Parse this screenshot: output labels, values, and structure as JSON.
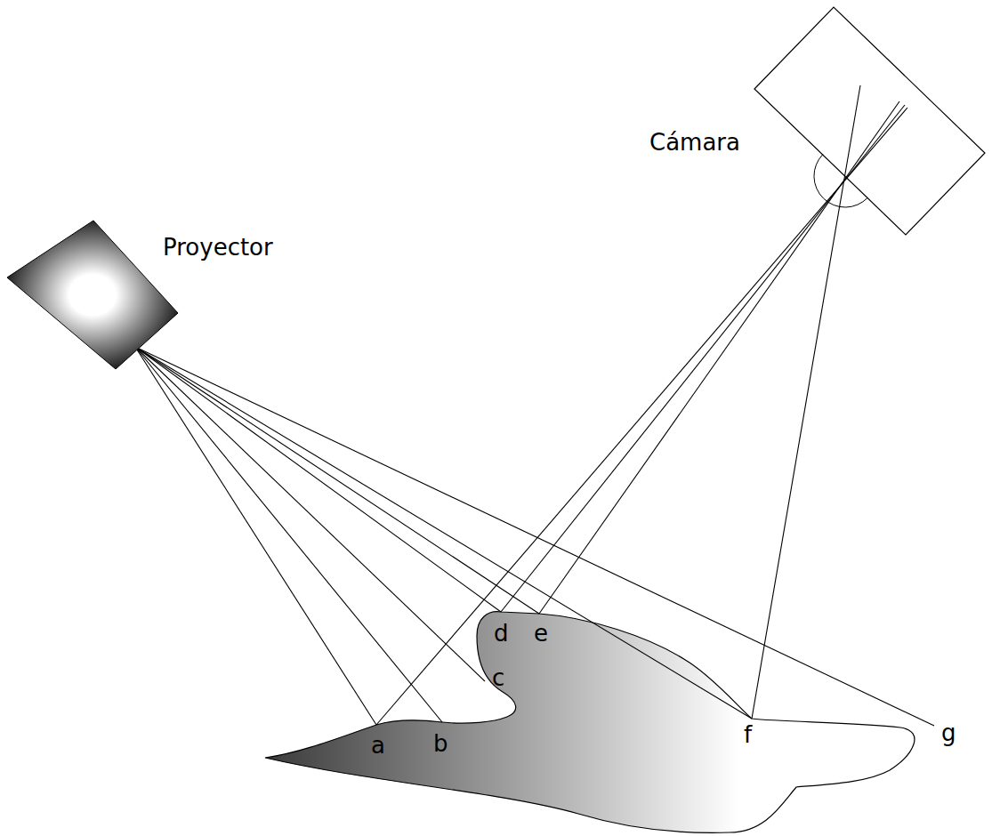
{
  "diagram": {
    "nodes": [
      {
        "text": [
          "Proyector"
        ]
      },
      {
        "text": [
          "Cámara"
        ]
      }
    ],
    "labels": [
      "a",
      "b",
      "c",
      "d",
      "e",
      "f",
      "g"
    ]
  }
}
